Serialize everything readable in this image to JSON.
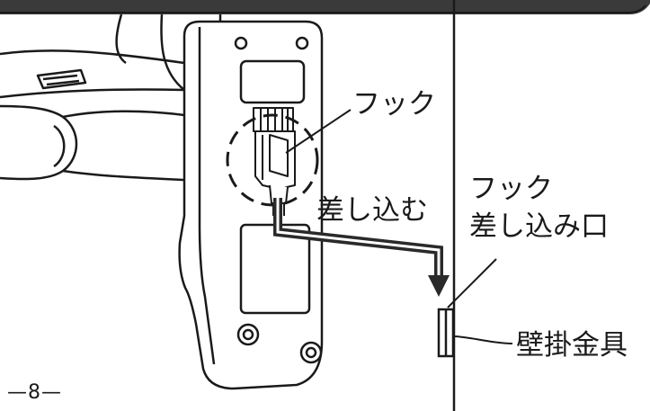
{
  "labels": {
    "hook": "フック",
    "insert": "差し込む",
    "hook_slot_line1": "フック",
    "hook_slot_line2": "差し込み口",
    "wall_bracket": "壁掛金具"
  },
  "page_number": "—8—",
  "colors": {
    "stroke": "#1a1a1a",
    "arrow": "#2a2a2a",
    "background": "#ffffff",
    "header_band": "#3a3a3a"
  }
}
